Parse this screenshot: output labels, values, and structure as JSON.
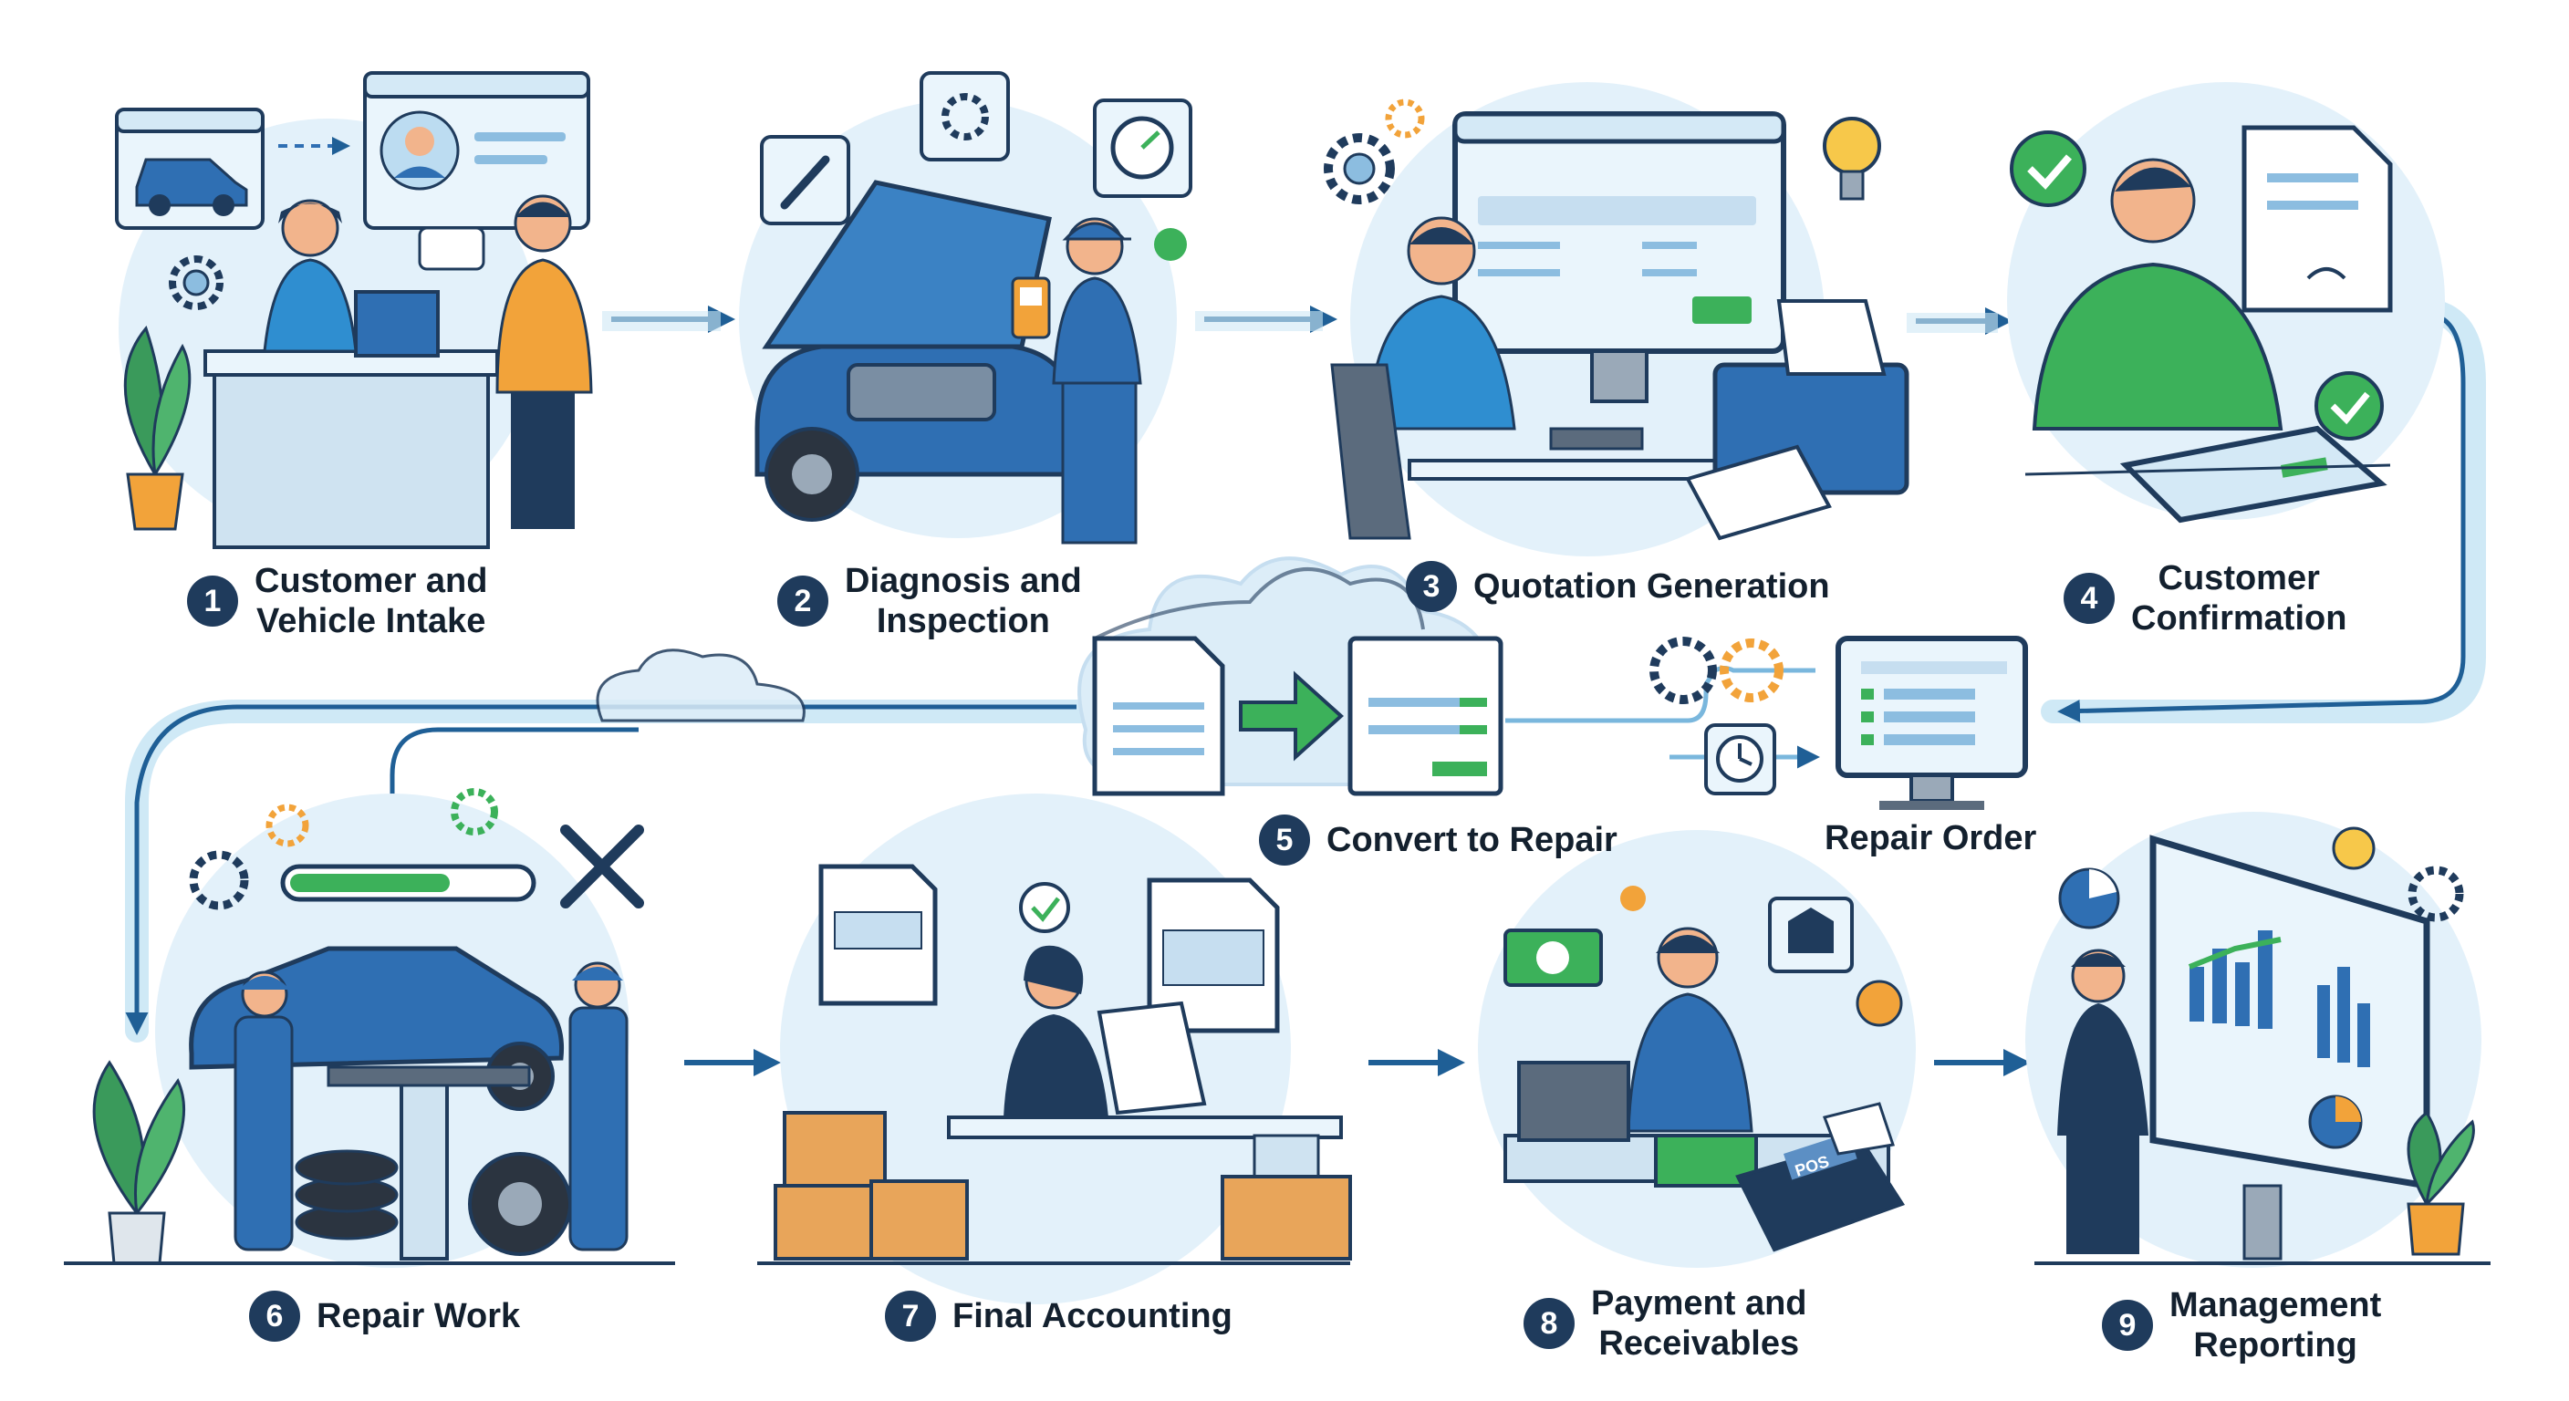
{
  "steps": [
    {
      "num": "1",
      "line1": "Customer and",
      "line2": "Vehicle Intake"
    },
    {
      "num": "2",
      "line1": "Diagnosis and",
      "line2": "Inspection"
    },
    {
      "num": "3",
      "line1": "Quotation Generation",
      "line2": ""
    },
    {
      "num": "4",
      "line1": "Customer",
      "line2": "Confirmation"
    },
    {
      "num": "5",
      "line1": "Convert to Repair",
      "line2": ""
    },
    {
      "num": "6",
      "line1": "Repair Work",
      "line2": ""
    },
    {
      "num": "7",
      "line1": "Final Accounting",
      "line2": ""
    },
    {
      "num": "8",
      "line1": "Payment and",
      "line2": "Receivables"
    },
    {
      "num": "9",
      "line1": "Management",
      "line2": "Reporting"
    }
  ],
  "repair_order_label": "Repair Order",
  "pos_label": "POS",
  "colors": {
    "navy": "#1f3b5c",
    "blue": "#2f6fb3",
    "light_blue": "#e3f1fa",
    "flow_line": "#bfe1f2",
    "green": "#3cb15a",
    "orange": "#f2a33a"
  }
}
